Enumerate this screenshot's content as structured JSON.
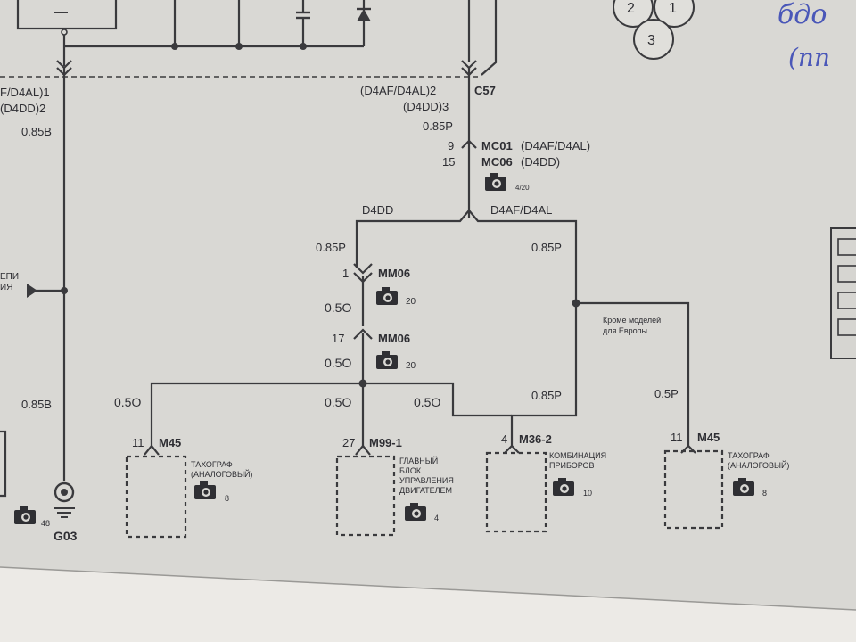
{
  "left": {
    "variant_top": "F/D4AL)1",
    "variant_bottom": "(D4DD)2",
    "wire_top": "0.85B",
    "wire_bottom": "0.85B",
    "cut_label_1": "ЕПИ",
    "cut_label_2": "ИЯ"
  },
  "ground": {
    "id": "G03"
  },
  "c57": {
    "id": "C57",
    "variant_1": "(D4AF/D4AL)2",
    "variant_2": "(D4DD)3",
    "wire": "0.85P"
  },
  "mc01": {
    "pin": "9",
    "id": "MC01",
    "variant": "(D4AF/D4AL)"
  },
  "mc06": {
    "pin": "15",
    "id": "MC06",
    "variant": "(D4DD)"
  },
  "branches": {
    "left": "D4DD",
    "right": "D4AF/D4AL"
  },
  "mm06": {
    "id": "MM06",
    "wire_in": "0.85P",
    "pin_top": "1",
    "wire_mid": "0.5O",
    "pin_bottom": "17",
    "wire_out": "0.5O"
  },
  "right_branch": {
    "wire_in": "0.85P",
    "note_1": "Кроме моделей",
    "note_2": "для Европы",
    "wire_m45": "0.5P",
    "wire_m36": "0.85P"
  },
  "bus": {
    "wire_left": "0.5O",
    "wire_mid": "0.5O",
    "wire_right": "0.5O"
  },
  "components": [
    {
      "pin": "11",
      "id": "M45",
      "name_1": "ТАХОГРАФ",
      "name_2": "(АНАЛОГОВЫЙ)"
    },
    {
      "pin": "27",
      "id": "M99-1",
      "name_1": "ГЛАВНЫЙ",
      "name_2": "БЛОК",
      "name_3": "УПРАВЛЕНИЯ",
      "name_4": "ДВИГАТЕЛЕМ"
    },
    {
      "pin": "4",
      "id": "M36-2",
      "name_1": "КОМБИНАЦИЯ",
      "name_2": "ПРИБОРОВ"
    },
    {
      "pin": "11",
      "id": "M45",
      "name_1": "ТАХОГРАФ",
      "name_2": "(АНАЛОГОВЫЙ)"
    }
  ],
  "pin_diagram": {
    "p1": "1",
    "p2": "2",
    "p3": "3"
  },
  "page_refs": {
    "mc01": "4/20",
    "mm06_top": "20",
    "mm06_bottom": "20",
    "m45_left": "8",
    "m99": "4",
    "m36": "10",
    "m45_right": "8",
    "g03": "48"
  },
  "handwriting": {
    "line_1": "бдо",
    "line_2": "(пп"
  },
  "icons": [
    "camera-icon"
  ],
  "colors": {
    "paper": "#d9d8d4",
    "ink": "#3a3a3d",
    "handwriting": "#4a57b8"
  }
}
